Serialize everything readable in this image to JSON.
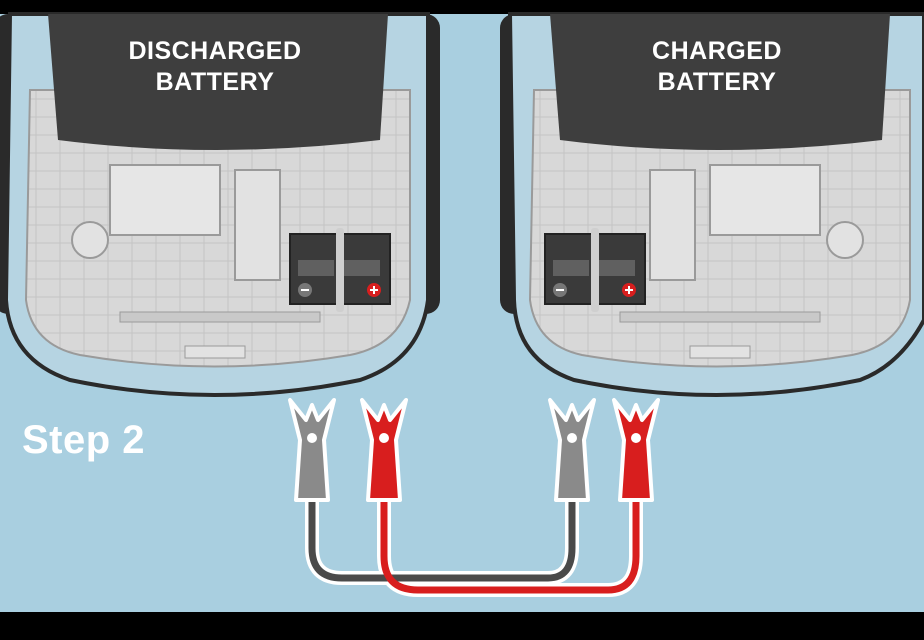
{
  "diagram": {
    "cars": [
      {
        "id": "left",
        "label_line1": "DISCHARGED",
        "label_line2": "BATTERY"
      },
      {
        "id": "right",
        "label_line1": "CHARGED",
        "label_line2": "BATTERY"
      }
    ],
    "step_label": "Step 2",
    "colors": {
      "background": "#a9cfe0",
      "car_body": "#b6d4e2",
      "hood": "#3e3e3e",
      "engine_bay": "#d7d7d7",
      "tire": "#2a2a2a",
      "red_cable": "#d81e1e",
      "black_cable": "#4a4a4a",
      "black_clamp": "#8a8a8a",
      "positive_terminal": "#d81e1e",
      "negative_terminal": "#777777"
    },
    "icons": [
      "car-icon",
      "battery-icon",
      "jumper-cable-icon",
      "clamp-icon"
    ]
  }
}
